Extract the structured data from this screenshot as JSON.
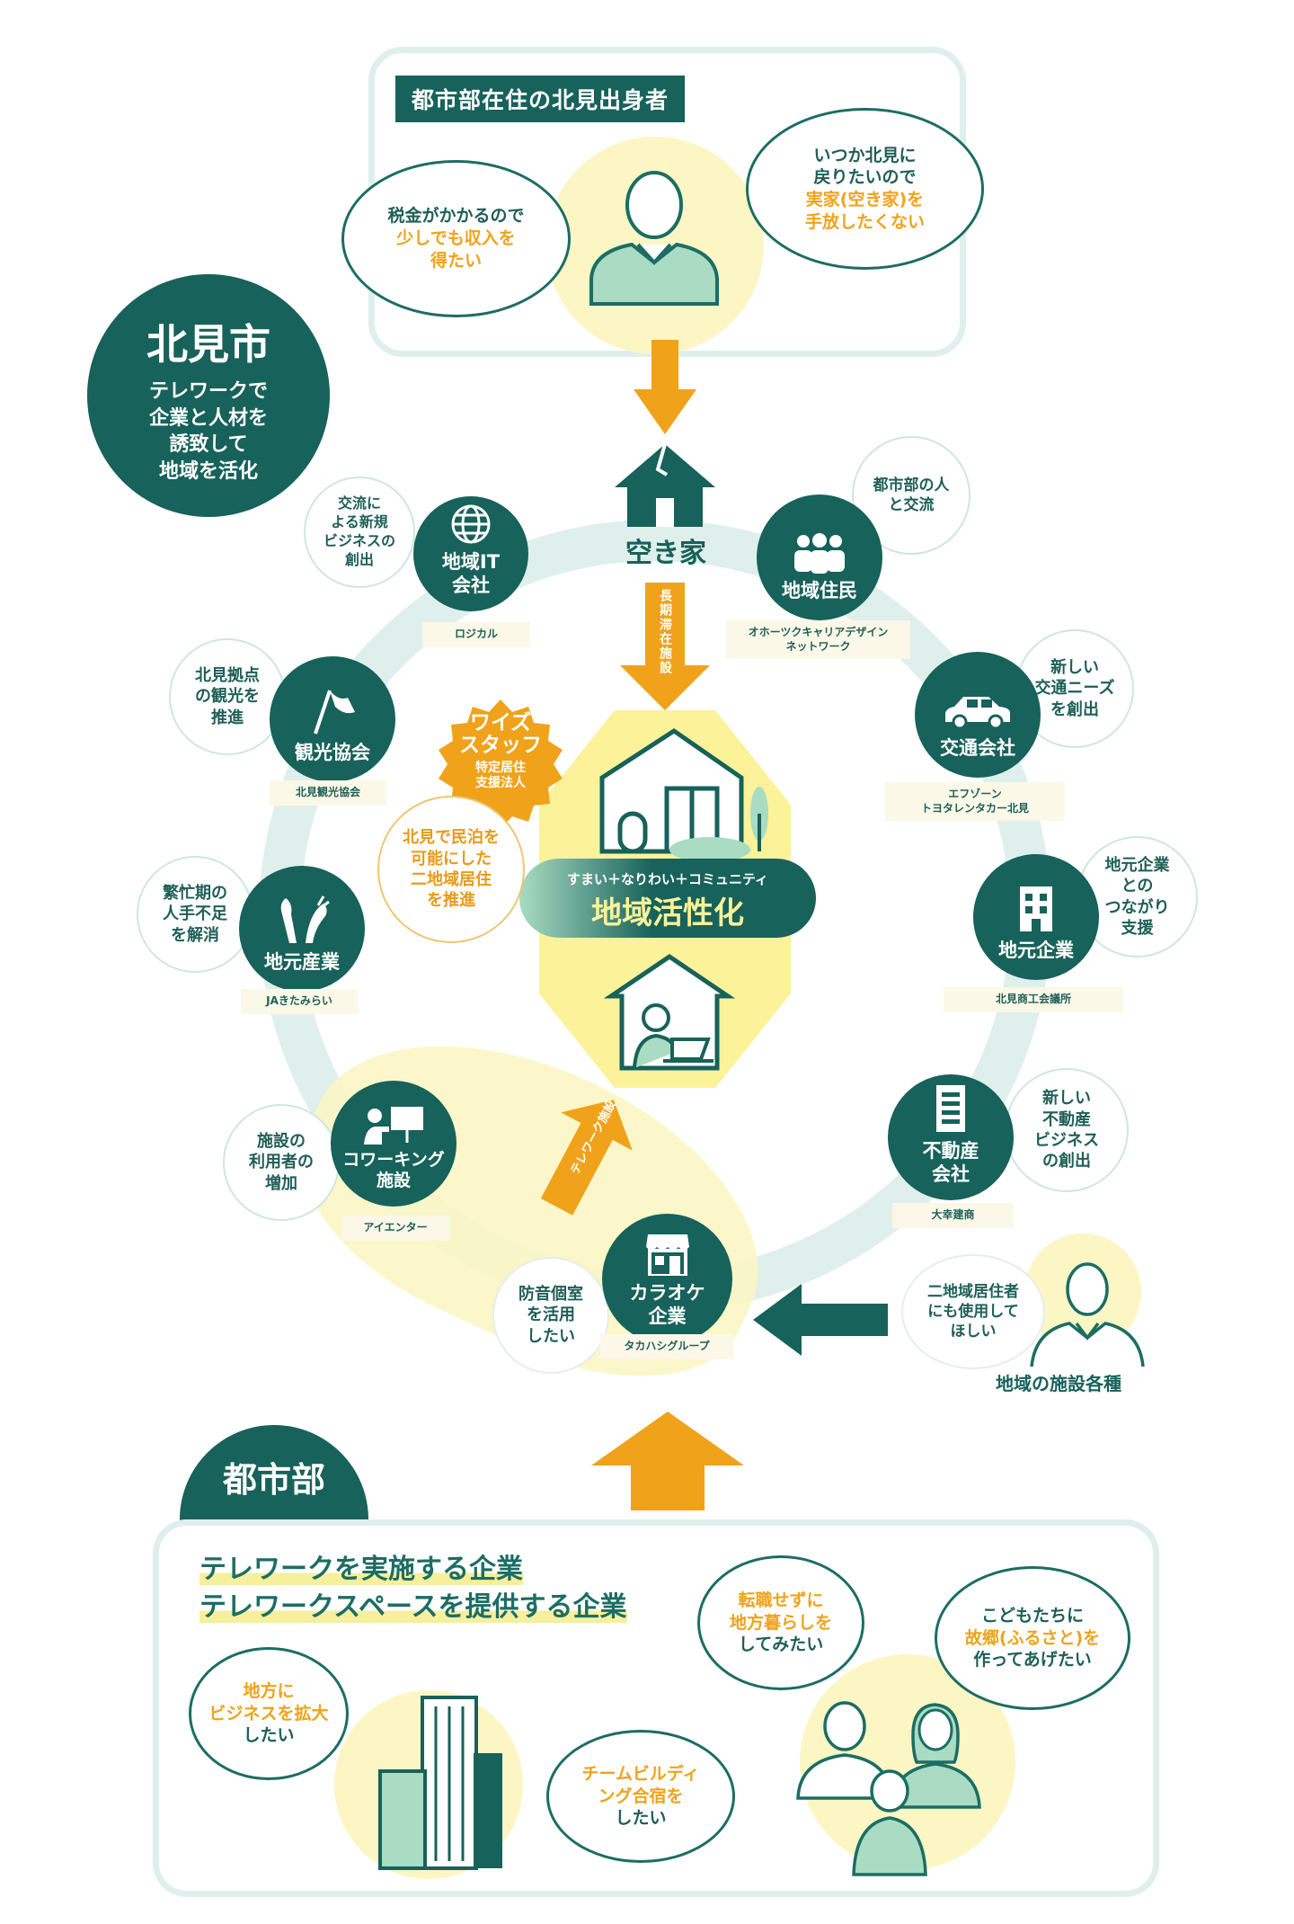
{
  "top_panel": {
    "title": "都市部在住の北見出身者",
    "bubble_left": {
      "line1": "税金がかかるので",
      "line2": "少しでも収入を",
      "line3": "得たい"
    },
    "bubble_right": {
      "line1": "いつか北見に",
      "line2": "戻りたいので",
      "line3": "実家(空き家)を",
      "line4": "手放したくない"
    }
  },
  "city_badge": {
    "title": "北見市",
    "desc": "テレワークで\n企業と人材を\n誘致して\n地域を活化"
  },
  "akiya": {
    "label": "空き家"
  },
  "long_stay": {
    "label": "長期滞在施設"
  },
  "center": {
    "sub": "すまい＋なりわい＋コミュニティ",
    "main": "地域活性化",
    "telework_arrow": "テレワーク施設"
  },
  "wise": {
    "title": "ワイズ\nスタッフ",
    "sub": "特定居住\n支援法人"
  },
  "wise_note": "北見で民泊を\n可能にした\n二地域居住\nを推進",
  "nodes": [
    {
      "name": "地域IT\n会社",
      "company": "ロジカル",
      "note": "交流に\nよる新規\nビジネスの\n創出"
    },
    {
      "name": "地域住民",
      "company": "オホーツクキャリアデザイン\nネットワーク",
      "note": "都市部の人\nと交流"
    },
    {
      "name": "観光協会",
      "company": "北見観光協会",
      "note": "北見拠点\nの観光を\n推進"
    },
    {
      "name": "交通会社",
      "company": "エフゾーン\nトヨタレンタカー北見",
      "note": "新しい\n交通ニーズ\nを創出"
    },
    {
      "name": "地元産業",
      "company": "JAきたみらい",
      "note": "繁忙期の\n人手不足\nを解消"
    },
    {
      "name": "地元企業",
      "company": "北見商工会議所",
      "note": "地元企業\nとの\nつながり\n支援"
    },
    {
      "name": "コワーキング\n施設",
      "company": "アイエンター",
      "note": "施設の\n利用者の\n増加"
    },
    {
      "name": "不動産\n会社",
      "company": "大幸建商",
      "note": "新しい\n不動産\nビジネス\nの創出"
    },
    {
      "name": "カラオケ\n企業",
      "company": "タカハシグループ",
      "note": "防音個室\nを活用\nしたい"
    }
  ],
  "facility_user": {
    "note": "二地域居住者\nにも使用して\nほしい",
    "label": "地域の施設各種"
  },
  "bottom": {
    "tag": "都市部",
    "line1": "テレワークを実施する企業",
    "line2": "テレワークスペースを提供する企業",
    "b1": {
      "line1": "地方に",
      "line2": "ビジネスを拡大",
      "line3": "したい"
    },
    "b2": {
      "line1": "チームビルディ",
      "line2": "ング合宿を",
      "line3": "したい"
    },
    "b3": {
      "line1": "転職せずに",
      "line2": "地方暮らしを",
      "line3": "してみたい"
    },
    "b4": {
      "line1": "こどもたちに",
      "line2": "故郷(ふるさと)を",
      "line3": "作ってあげたい"
    }
  },
  "colors": {
    "dark_teal": "#17625a",
    "orange": "#f0a21a",
    "light_yellow": "#fbf3a3",
    "ring": "#dff0ec"
  }
}
